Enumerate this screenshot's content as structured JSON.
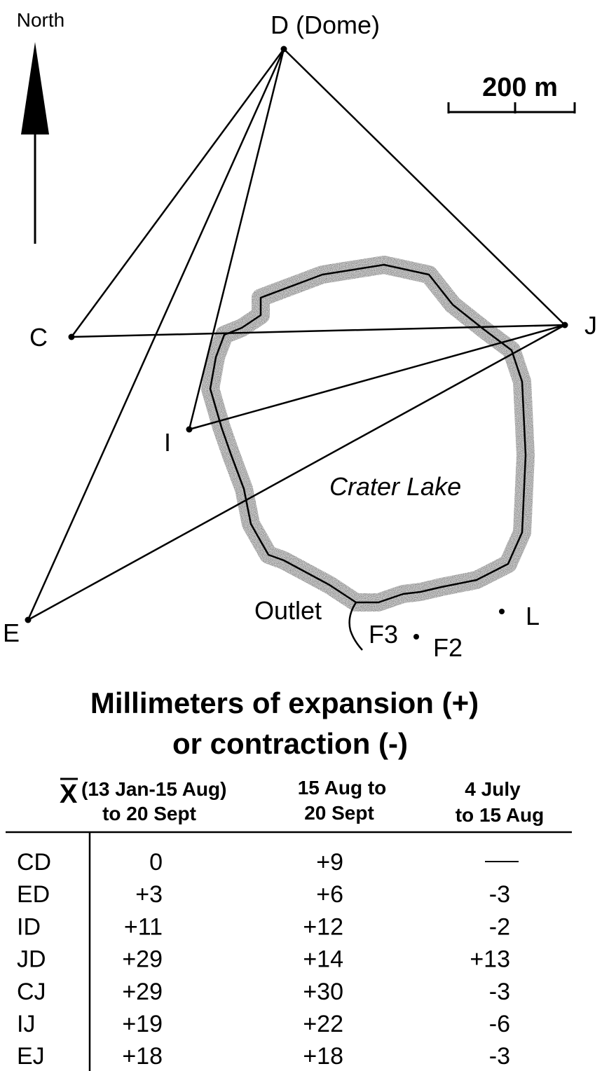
{
  "map": {
    "north_label": "North",
    "scale_label": "200 m",
    "lake_label": "Crater Lake",
    "outlet_label": "Outlet",
    "stations": [
      {
        "id": "D",
        "label": "D (Dome)"
      },
      {
        "id": "C",
        "label": "C"
      },
      {
        "id": "J",
        "label": "J"
      },
      {
        "id": "I",
        "label": "I"
      },
      {
        "id": "E",
        "label": "E"
      },
      {
        "id": "F3",
        "label": "F3"
      },
      {
        "id": "F2",
        "label": "F2"
      },
      {
        "id": "L",
        "label": "L"
      }
    ],
    "lines": [
      "D-C",
      "D-I",
      "D-E",
      "D-J",
      "C-J",
      "I-J",
      "E-J"
    ]
  },
  "table": {
    "title_line1": "Millimeters of expansion (+)",
    "title_line2": "or contraction (-)",
    "columns": [
      {
        "line1": "X",
        "line1_rest": "(13 Jan-15 Aug)",
        "line2": "to 20 Sept"
      },
      {
        "line1": "15 Aug to",
        "line2": "20 Sept"
      },
      {
        "line1": "4 July",
        "line2": "to 15 Aug"
      }
    ],
    "rows": [
      {
        "line": "CD",
        "values": [
          "0",
          "+9",
          "—"
        ]
      },
      {
        "line": "ED",
        "values": [
          "+3",
          "+6",
          "-3"
        ]
      },
      {
        "line": "ID",
        "values": [
          "+11",
          "+12",
          "-2"
        ]
      },
      {
        "line": "JD",
        "values": [
          "+29",
          "+14",
          "+13"
        ]
      },
      {
        "line": "CJ",
        "values": [
          "+29",
          "+30",
          "-3"
        ]
      },
      {
        "line": "IJ",
        "values": [
          "+19",
          "+22",
          "-6"
        ]
      },
      {
        "line": "EJ",
        "values": [
          "+18",
          "+18",
          "-3"
        ]
      }
    ]
  }
}
